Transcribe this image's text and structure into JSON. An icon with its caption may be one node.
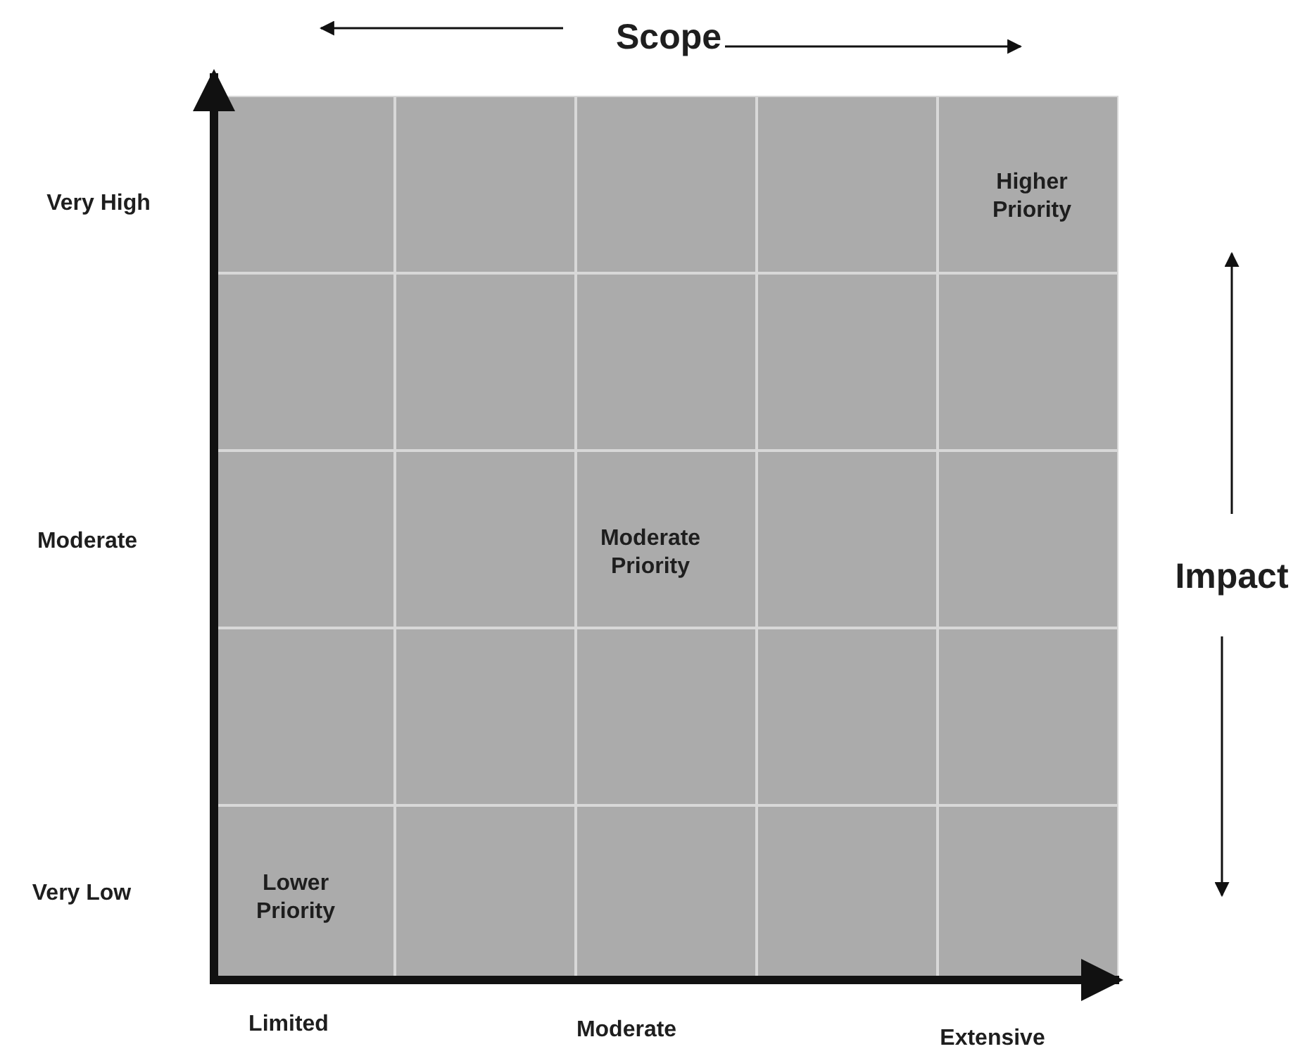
{
  "diagram": {
    "labels": [
      "Scope",
      "Very High",
      "Higher Priority",
      "Moderate",
      "Moderate Priority",
      "Impact",
      "Very Low",
      "Lower Priority",
      "Limited",
      "Moderate",
      "Extensive"
    ]
  }
}
